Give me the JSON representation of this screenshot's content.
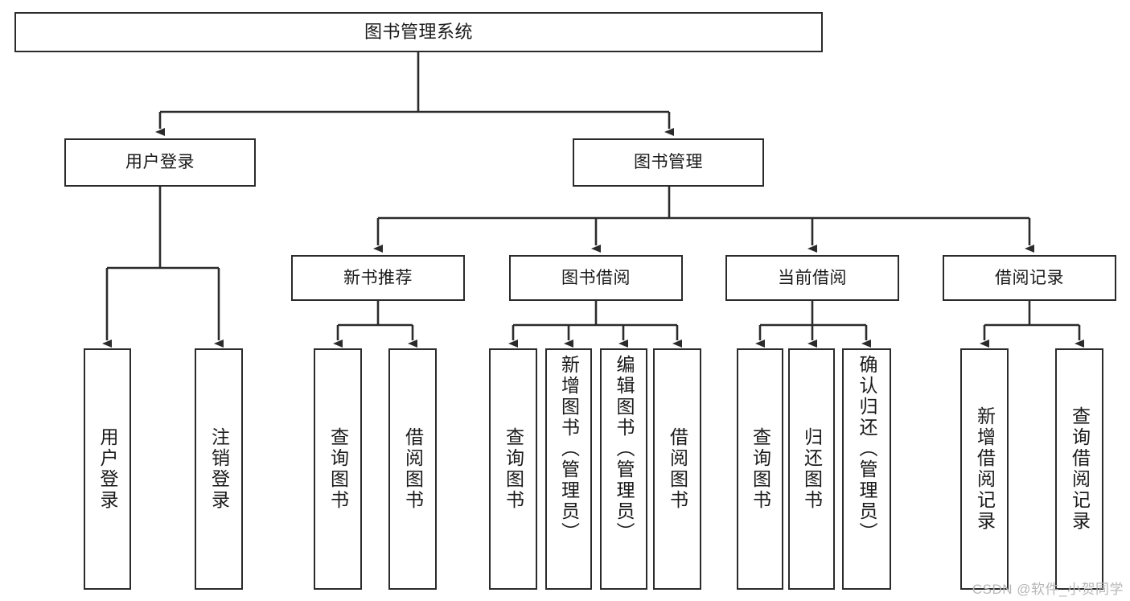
{
  "diagram": {
    "type": "tree",
    "title": "图书管理系统",
    "orientation": "top-down",
    "edge_color": "#2b2b2b",
    "node_border_color": "#2b2b2b",
    "node_fill_color": "#ffffff",
    "levels": 4,
    "nodes": {
      "root": {
        "label": "图书管理系统"
      },
      "l2": [
        {
          "id": "user-login",
          "label": "用户登录"
        },
        {
          "id": "book-management",
          "label": "图书管理"
        }
      ],
      "l3": [
        {
          "id": "new-book-recommend",
          "label": "新书推荐"
        },
        {
          "id": "book-borrow",
          "label": "图书借阅"
        },
        {
          "id": "current-borrow",
          "label": "当前借阅"
        },
        {
          "id": "borrow-record",
          "label": "借阅记录"
        }
      ],
      "leaves": [
        {
          "id": "leaf-user-login",
          "label": "用户登录",
          "parent": "user-login"
        },
        {
          "id": "leaf-logout",
          "label": "注销登录",
          "parent": "user-login"
        },
        {
          "id": "leaf-query-book-1",
          "label": "查询图书",
          "parent": "new-book-recommend"
        },
        {
          "id": "leaf-borrow-book-1",
          "label": "借阅图书",
          "parent": "new-book-recommend"
        },
        {
          "id": "leaf-query-book-2",
          "label": "查询图书",
          "parent": "book-borrow"
        },
        {
          "id": "leaf-add-book",
          "label": "新增图书（管理员）",
          "parent": "book-borrow"
        },
        {
          "id": "leaf-edit-book",
          "label": "编辑图书（管理员）",
          "parent": "book-borrow"
        },
        {
          "id": "leaf-borrow-book-2",
          "label": "借阅图书",
          "parent": "book-borrow"
        },
        {
          "id": "leaf-query-book-3",
          "label": "查询图书",
          "parent": "current-borrow"
        },
        {
          "id": "leaf-return-book",
          "label": "归还图书",
          "parent": "current-borrow"
        },
        {
          "id": "leaf-confirm-return",
          "label": "确认归还（管理员）",
          "parent": "current-borrow"
        },
        {
          "id": "leaf-add-borrow-record",
          "label": "新增借阅记录",
          "parent": "borrow-record"
        },
        {
          "id": "leaf-query-borrow-record",
          "label": "查询借阅记录",
          "parent": "borrow-record"
        }
      ]
    }
  },
  "watermark": {
    "text": "CSDN @软件_小贺同学"
  }
}
